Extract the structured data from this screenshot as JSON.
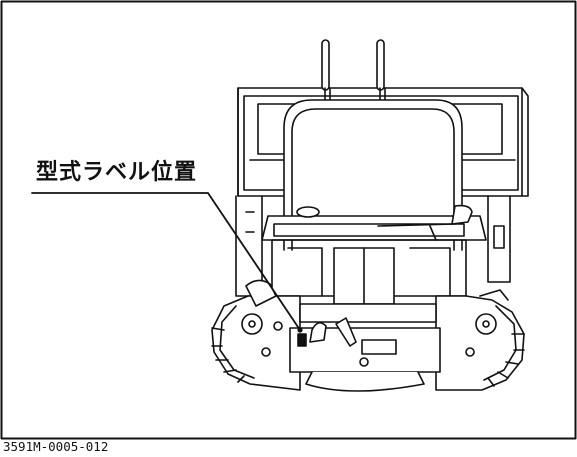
{
  "figure": {
    "callout_label": "型式ラベル位置",
    "figure_code": "3591M-0005-012"
  },
  "colors": {
    "line": "#111111",
    "background": "#ffffff"
  },
  "illustration": {
    "subject": "crawler-carrier-rear-view"
  }
}
